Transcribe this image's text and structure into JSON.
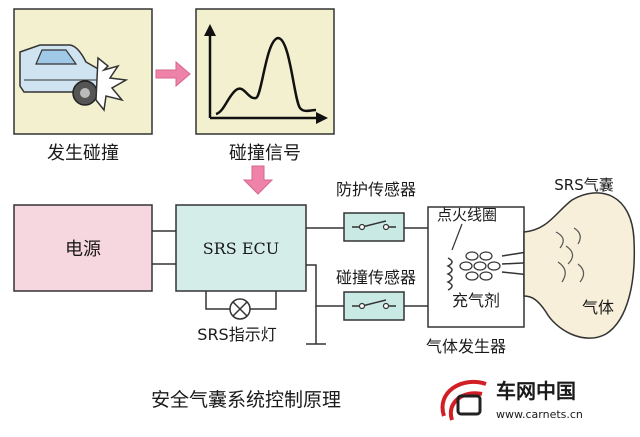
{
  "labels": {
    "collision": "发生碰撞",
    "collision_signal": "碰撞信号",
    "power_supply": "电源",
    "ecu": "SRS ECU",
    "protect_sensor": "防护传感器",
    "collision_sensor": "碰撞传感器",
    "igniter_coil": "点火线圈",
    "propellant": "充气剂",
    "gas_generator": "气体发生器",
    "airbag": "SRS气囊",
    "gas": "气体",
    "indicator_lamp": "SRS指示灯",
    "caption": "安全气囊系统控制原理"
  },
  "watermark": {
    "name": "车网中国",
    "url": "www.carnets.cn"
  },
  "colors": {
    "panel_fill": "#f3f0cf",
    "power_fill": "#f7d7df",
    "ecu_fill": "#d4ede9",
    "sensor_fill": "#c9e9e4",
    "arrow_pink": "#ee82a9",
    "airbag_fill": "#f7efd9",
    "logo_red": "#d21e25"
  }
}
